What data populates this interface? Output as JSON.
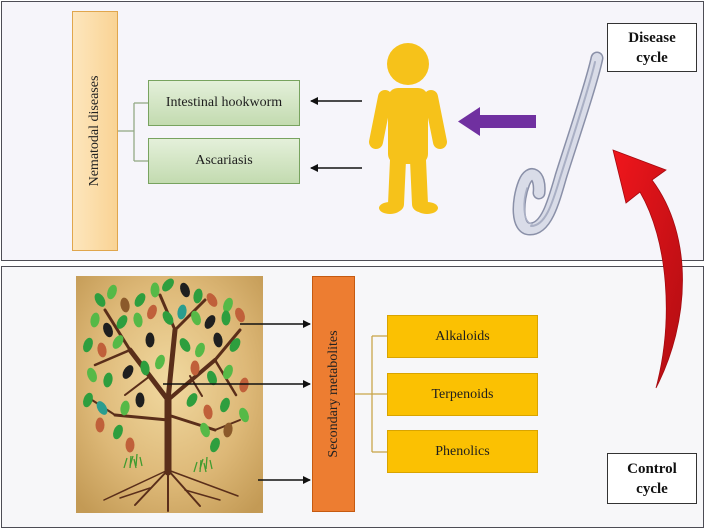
{
  "disease_panel": {
    "category_label": "Nematodal diseases",
    "diseases": [
      {
        "label": "Intestinal hookworm"
      },
      {
        "label": "Ascariasis"
      }
    ],
    "cycle_label": "Disease cycle",
    "host_icon": "human-figure-icon",
    "pathogen_icon": "nematode-worm-icon"
  },
  "control_panel": {
    "source_icon": "tree-icon",
    "category_label": "Secondary metabolites",
    "metabolites": [
      {
        "label": "Alkaloids"
      },
      {
        "label": "Terpenoids"
      },
      {
        "label": "Phenolics"
      }
    ],
    "cycle_label": "Control cycle"
  },
  "colors": {
    "human": "#f6c21a",
    "purple_arrow": "#7030a0",
    "red_arrow": "#e3121b",
    "secondary_box": "#ed7d31",
    "metabolite_box": "#fbc102"
  }
}
